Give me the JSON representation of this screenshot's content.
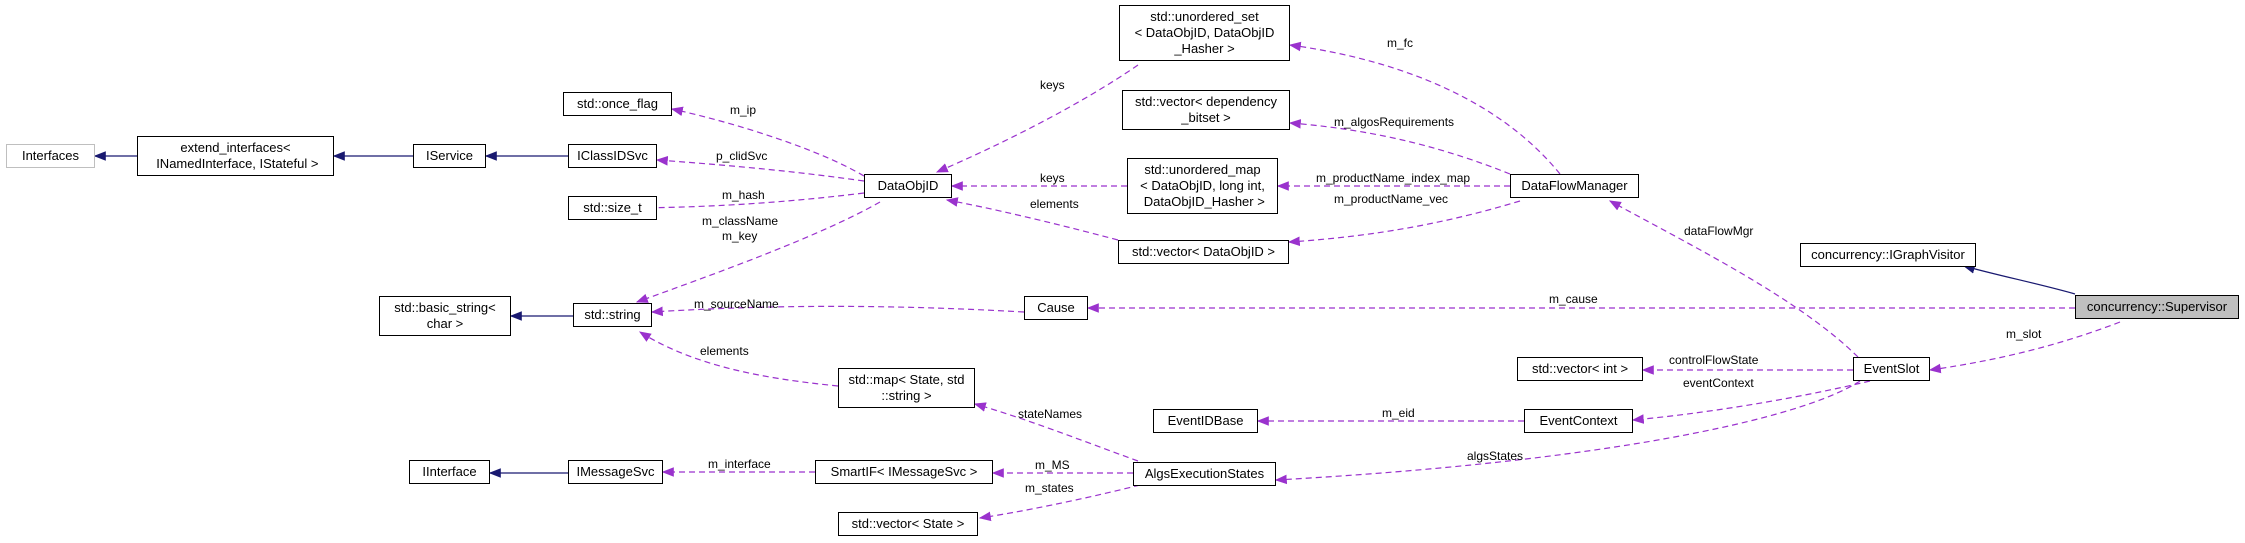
{
  "nodes": {
    "interfaces": "Interfaces",
    "extend_interfaces": "extend_interfaces<\n INamedInterface, IStateful >",
    "iservice": "IService",
    "iclassidsvc": "IClassIDSvc",
    "once_flag": "std::once_flag",
    "size_t": "std::size_t",
    "basic_string": "std::basic_string<\nchar >",
    "std_string": "std::string",
    "dataobjid": "DataObjID",
    "unordered_set": "std::unordered_set\n< DataObjID, DataObjID\n_Hasher >",
    "vector_dep": "std::vector< dependency\n_bitset >",
    "unordered_map": "std::unordered_map\n< DataObjID, long int,\n DataObjID_Hasher >",
    "vector_dataobjid": "std::vector< DataObjID >",
    "dataflowmanager": "DataFlowManager",
    "cause": "Cause",
    "igraphvisitor": "concurrency::IGraphVisitor",
    "supervisor": "concurrency::Supervisor",
    "eventslot": "EventSlot",
    "vector_int": "std::vector< int >",
    "map_state": "std::map< State, std\n::string >",
    "eventidbase": "EventIDBase",
    "eventcontext": "EventContext",
    "iinterface": "IInterface",
    "imessagesvc": "IMessageSvc",
    "smartif": "SmartIF< IMessageSvc >",
    "algs_exec": "AlgsExecutionStates",
    "vector_state": "std::vector< State >"
  },
  "edge_labels": {
    "m_ip": "m_ip",
    "p_clidsvc": "p_clidSvc",
    "m_hash": "m_hash",
    "m_classname": "m_className\nm_key",
    "keys_set": "keys",
    "keys_map": "keys",
    "elements_vec": "elements",
    "m_fc": "m_fc",
    "m_algosrequirements": "m_algosRequirements",
    "m_productname_index_map": "m_productName_index_map",
    "m_productname_vec": "m_productName_vec",
    "m_sourcename": "m_sourceName",
    "m_cause": "m_cause",
    "dataflowmgr": "dataFlowMgr",
    "m_slot": "m_slot",
    "controlflowstate": "controlFlowState",
    "eventcontext": "eventContext",
    "m_eid": "m_eid",
    "elements_map": "elements",
    "statenames": "stateNames",
    "algsstates": "algsStates",
    "m_interface": "m_interface",
    "m_ms": "m_MS",
    "m_states": "m_states"
  },
  "colors": {
    "inheritance": "#191970",
    "usage": "#9a32cd",
    "focus_fill": "#bfbfbf",
    "grey_border": "#bfbfbf"
  }
}
